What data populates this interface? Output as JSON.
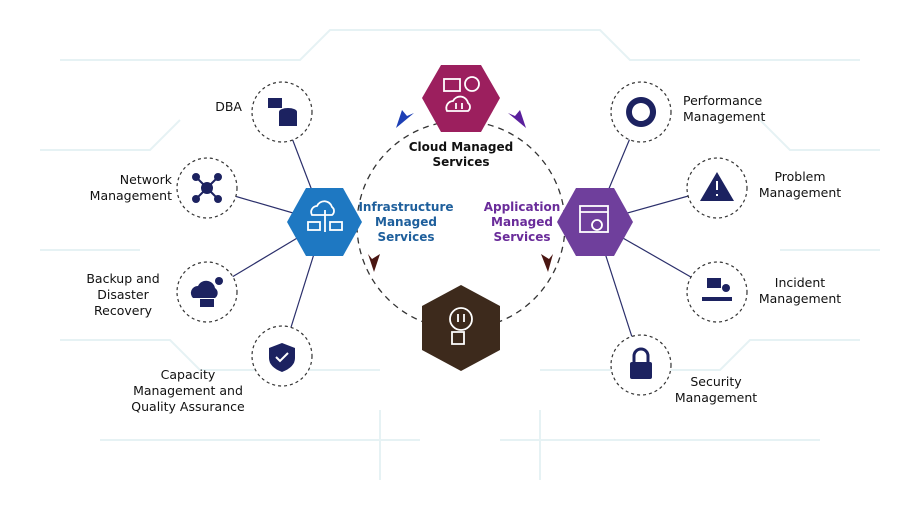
{
  "center": {
    "cloud": {
      "label_line1": "Cloud Managed",
      "label_line2": "Services",
      "color": "#9c1f5e"
    },
    "infrastructure": {
      "label_line1": "Infrastructure",
      "label_line2": "Managed",
      "label_line3": "Services",
      "color": "#1e78c2"
    },
    "application": {
      "label_line1": "Application",
      "label_line2": "Managed",
      "label_line3": "Services",
      "color": "#6f3f9c"
    },
    "support": {
      "color": "#3d2a1c"
    }
  },
  "left_items": [
    {
      "line1": "DBA",
      "icon": "database-icon"
    },
    {
      "line1": "Network",
      "line2": "Management",
      "icon": "network-icon"
    },
    {
      "line1": "Backup and",
      "line2": "Disaster",
      "line3": "Recovery",
      "icon": "cloud-backup-icon"
    },
    {
      "line1": "Capacity",
      "line2": "Management and",
      "line3": "Quality Assurance",
      "icon": "shield-check-icon"
    }
  ],
  "right_items": [
    {
      "line1": "Performance",
      "line2": "Management",
      "icon": "gauge-icon"
    },
    {
      "line1": "Problem",
      "line2": "Management",
      "icon": "warning-icon"
    },
    {
      "line1": "Incident",
      "line2": "Management",
      "icon": "support-desk-icon"
    },
    {
      "line1": "Security",
      "line2": "Management",
      "icon": "lock-icon"
    }
  ],
  "colors": {
    "icon": "#1c2260",
    "connector": "#2b2f6b",
    "arrow_brown": "#4a1612"
  }
}
